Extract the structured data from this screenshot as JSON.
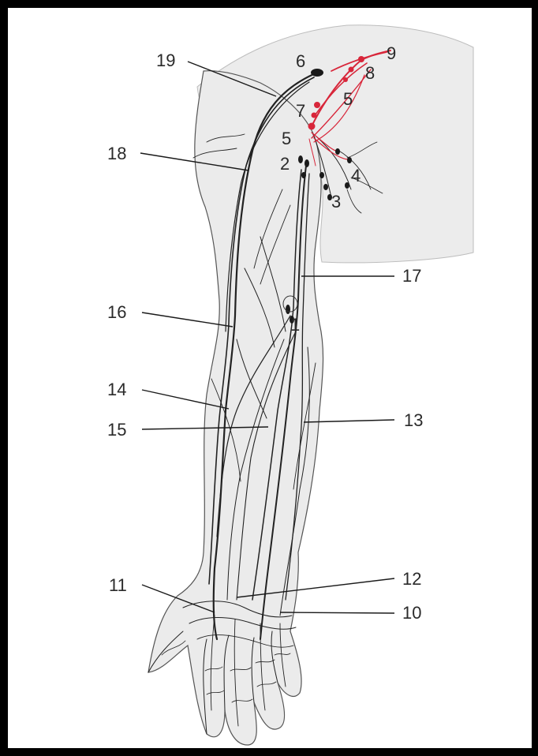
{
  "colors": {
    "silhouette_fill": "#ececec",
    "vessel_stroke": "#222222",
    "highlight_red": "#d8263a",
    "node_dark": "#1a1a1a",
    "frame": "#000000"
  },
  "labels": {
    "l1": "1",
    "l2": "2",
    "l3": "3",
    "l4": "4",
    "l5a": "5",
    "l5b": "5",
    "l6": "6",
    "l7": "7",
    "l8": "8",
    "l9": "9",
    "l10": "10",
    "l11": "11",
    "l12": "12",
    "l13": "13",
    "l14": "14",
    "l15": "15",
    "l16": "16",
    "l17": "17",
    "l18": "18",
    "l19": "19"
  }
}
